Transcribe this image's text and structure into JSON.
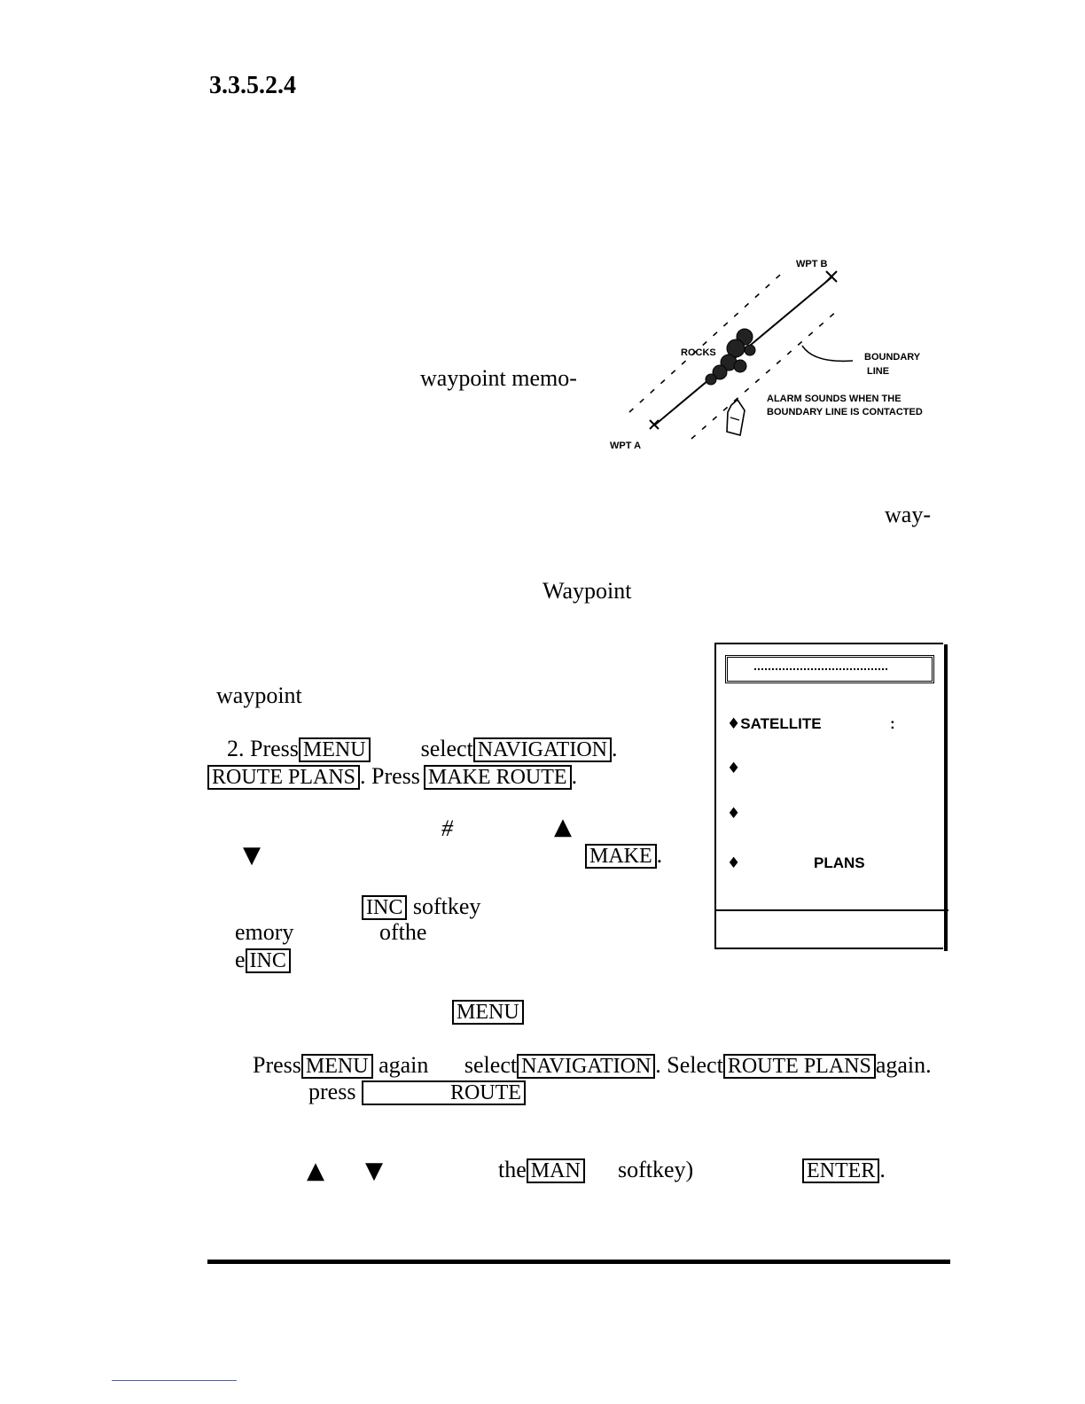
{
  "heading": "3.3.5.2.4",
  "fragments": {
    "waypoint_memo": "waypoint memo-",
    "way": "way-",
    "waypoint_cap": "Waypoint",
    "waypoint": "waypoint",
    "step2_prefix": "2. Press",
    "select": "select",
    "press": ". Press",
    "hash": "#",
    "softkey": "softkey",
    "emory": "emory",
    "ofthe": "ofthe",
    "e": "e",
    "press_again": "Press",
    "again": "again",
    "select2": "select",
    "select_cap": ". Select",
    "again_end": "again.",
    "press_lower": "press",
    "the": "the",
    "softkey_paren": "softkey)"
  },
  "keys": {
    "menu": "MENU",
    "navigation": "NAVIGATION",
    "route_plans": "ROUTE PLANS",
    "make_route": "MAKE ROUTE",
    "make": "MAKE",
    "inc": "INC",
    "route": "ROUTE",
    "man": "MAN",
    "enter": "ENTER"
  },
  "diagram": {
    "wpt_b": "WPT B",
    "wpt_a": "WPT A",
    "rocks": "ROCKS",
    "boundary_line_1": "BOUNDARY",
    "boundary_line_2": "LINE",
    "alarm_1": "ALARM SOUNDS WHEN THE",
    "alarm_2": "BOUNDARY LINE IS CONTACTED"
  },
  "nav_menu": {
    "items": [
      "SATELLITE",
      "",
      "",
      "PLANS"
    ],
    "satellite_mark": ":"
  }
}
